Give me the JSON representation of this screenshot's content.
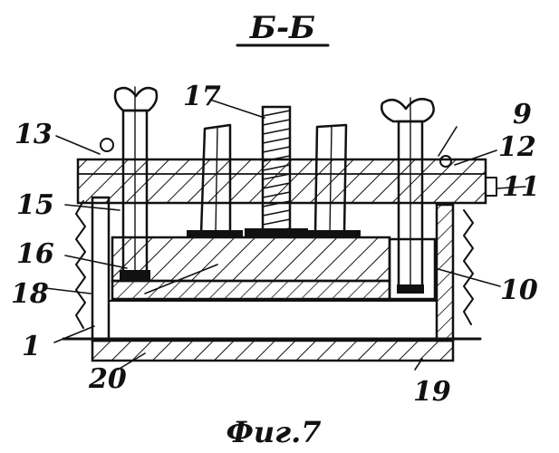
{
  "section_title": "Б-Б",
  "caption": "Фиг.7",
  "labels": {
    "l9": "9",
    "l10": "10",
    "l11": "11",
    "l12": "12",
    "l13": "13",
    "l15": "15",
    "l16": "16",
    "l17": "17",
    "l18": "18",
    "l19": "19",
    "l20": "20",
    "l1": "1"
  }
}
